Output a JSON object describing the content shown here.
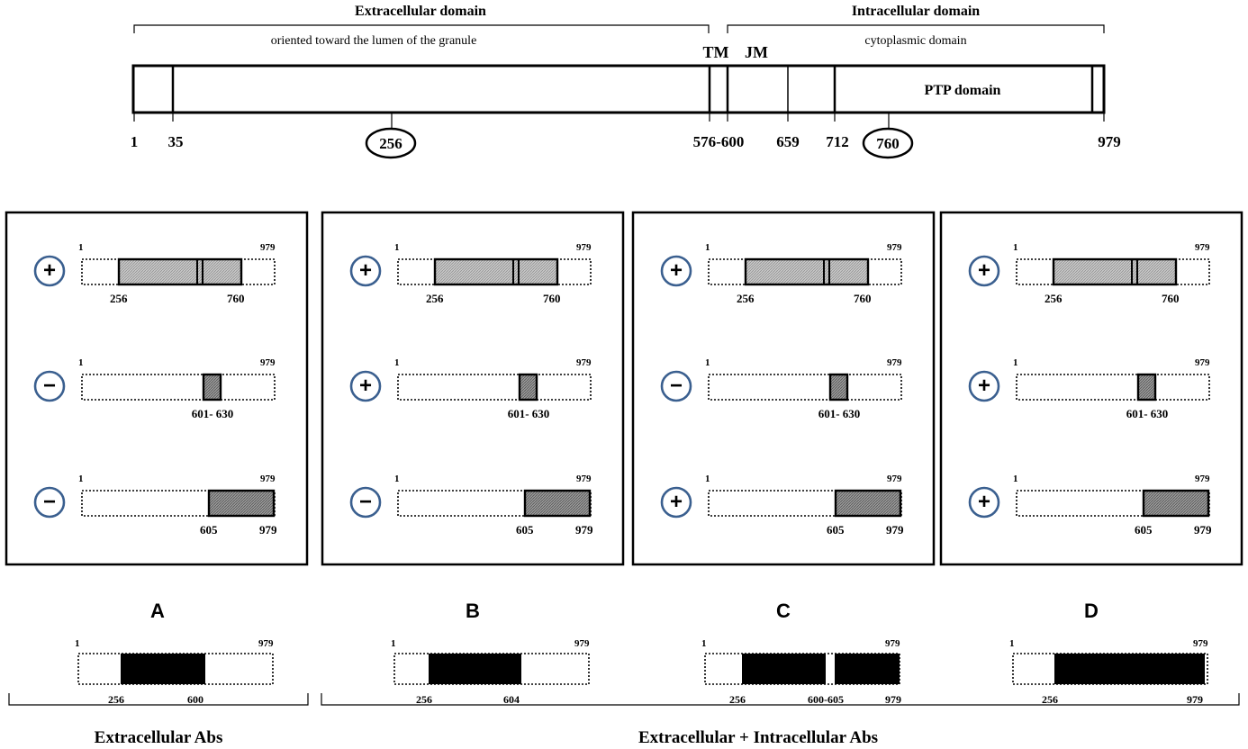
{
  "header": {
    "extracellular": {
      "title": "Extracellular domain",
      "subtitle": "oriented toward the lumen of the granule"
    },
    "intracellular": {
      "title": "Intracellular domain",
      "subtitle": "cytoplasmic domain"
    },
    "tm_label": "TM",
    "jm_label": "JM",
    "ptp_label": "PTP domain",
    "positions": [
      "1",
      "35",
      "256",
      "576-600",
      "659",
      "712",
      "760",
      "979"
    ]
  },
  "panels": [
    {
      "letter": "A",
      "rows": [
        {
          "sign": "+",
          "start_label": "1",
          "end_label": "979",
          "frag_labels": [
            "256",
            "760"
          ]
        },
        {
          "sign": "−",
          "start_label": "1",
          "end_label": "979",
          "frag_label": "601- 630"
        },
        {
          "sign": "−",
          "start_label": "1",
          "end_label": "979",
          "frag_labels": [
            "605",
            "979"
          ]
        }
      ],
      "summary": {
        "start_label": "1",
        "end_label": "979",
        "seg_labels": [
          "256",
          "600"
        ]
      }
    },
    {
      "letter": "B",
      "rows": [
        {
          "sign": "+",
          "start_label": "1",
          "end_label": "979",
          "frag_labels": [
            "256",
            "760"
          ]
        },
        {
          "sign": "+",
          "start_label": "1",
          "end_label": "979",
          "frag_label": "601- 630"
        },
        {
          "sign": "−",
          "start_label": "1",
          "end_label": "979",
          "frag_labels": [
            "605",
            "979"
          ]
        }
      ],
      "summary": {
        "start_label": "1",
        "end_label": "979",
        "seg_labels": [
          "256",
          "604"
        ]
      }
    },
    {
      "letter": "C",
      "rows": [
        {
          "sign": "+",
          "start_label": "1",
          "end_label": "979",
          "frag_labels": [
            "256",
            "760"
          ]
        },
        {
          "sign": "−",
          "start_label": "1",
          "end_label": "979",
          "frag_label": "601- 630"
        },
        {
          "sign": "+",
          "start_label": "1",
          "end_label": "979",
          "frag_labels": [
            "605",
            "979"
          ]
        }
      ],
      "summary": {
        "start_label": "1",
        "end_label": "979",
        "seg_labels": [
          "256",
          "600-605",
          "979"
        ]
      }
    },
    {
      "letter": "D",
      "rows": [
        {
          "sign": "+",
          "start_label": "1",
          "end_label": "979",
          "frag_labels": [
            "256",
            "760"
          ]
        },
        {
          "sign": "+",
          "start_label": "1",
          "end_label": "979",
          "frag_label": "601- 630"
        },
        {
          "sign": "+",
          "start_label": "1",
          "end_label": "979",
          "frag_labels": [
            "605",
            "979"
          ]
        }
      ],
      "summary": {
        "start_label": "1",
        "end_label": "979",
        "seg_labels": [
          "256",
          "979"
        ]
      }
    }
  ],
  "footer": {
    "extracellular_abs": "Extracellular Abs",
    "combined_abs": "Extracellular + Intracellular Abs"
  },
  "colors": {
    "sign_circle": "#3a5f8f",
    "fragment_fill": "#c8c8c8",
    "summary_fill": "#000000"
  }
}
